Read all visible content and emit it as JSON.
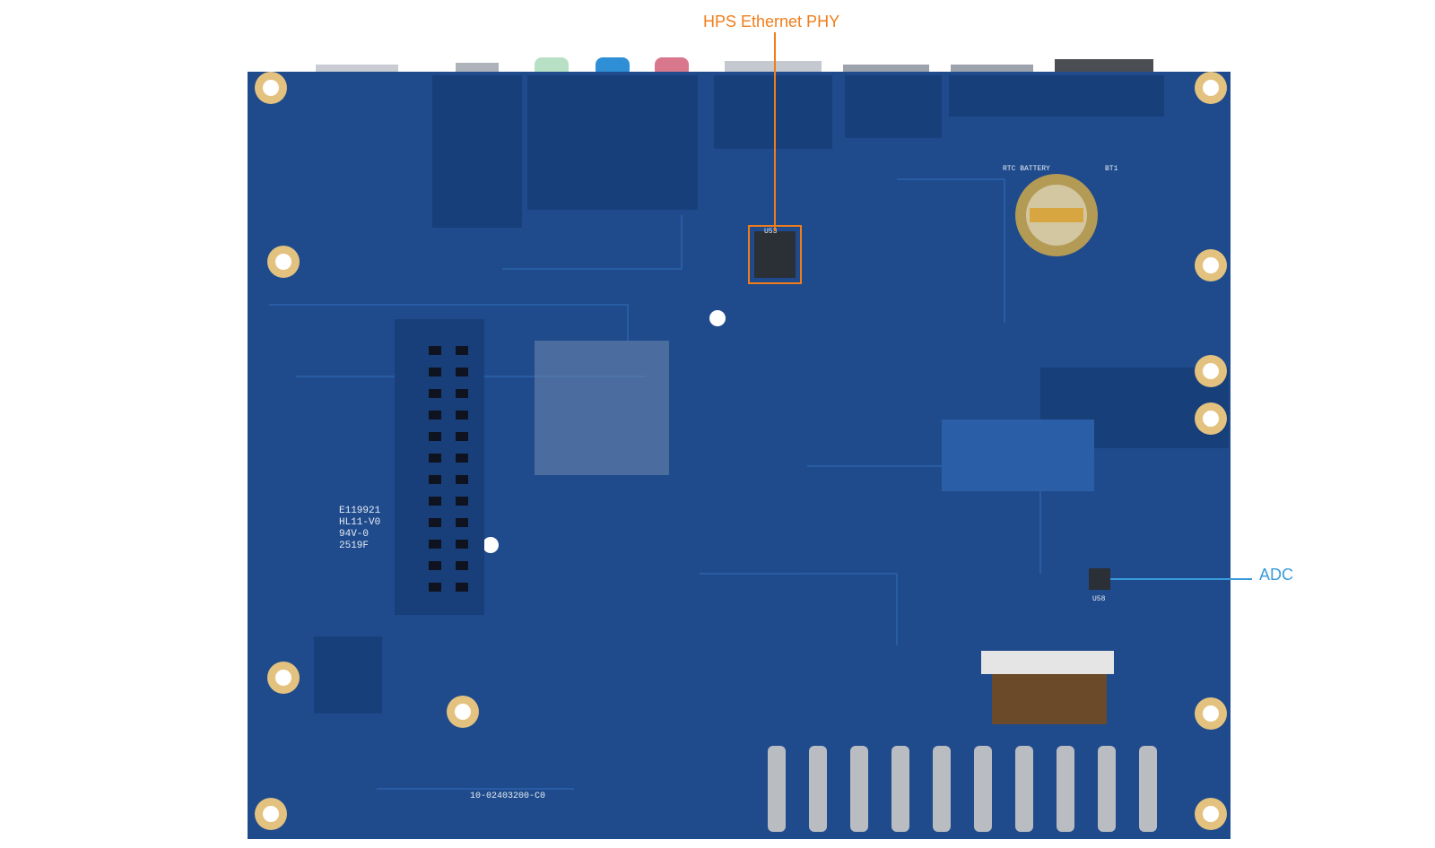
{
  "callouts": {
    "hps_ethernet_phy": {
      "label": "HPS Ethernet PHY",
      "color": "#f07d1a"
    },
    "adc": {
      "label": "ADC",
      "color": "#3a9ad9"
    }
  },
  "board": {
    "color_main": "#1f4b8c",
    "color_dark": "#163a73",
    "color_trace": "#2a5ea6",
    "pad_gold": "#d9b46a",
    "silk": "#e6ecf5",
    "silkscreen_text": {
      "part_number": "10-02403200-C0",
      "ul_id": "E119921",
      "ul_rating": "HL11-V0",
      "flammability": "94V-0",
      "date_code": "2519F",
      "battery_label": "RTC BATTERY",
      "phy_chip_ref": "U53",
      "adc_chip_ref": "U58",
      "battery_ref": "BT1"
    }
  }
}
